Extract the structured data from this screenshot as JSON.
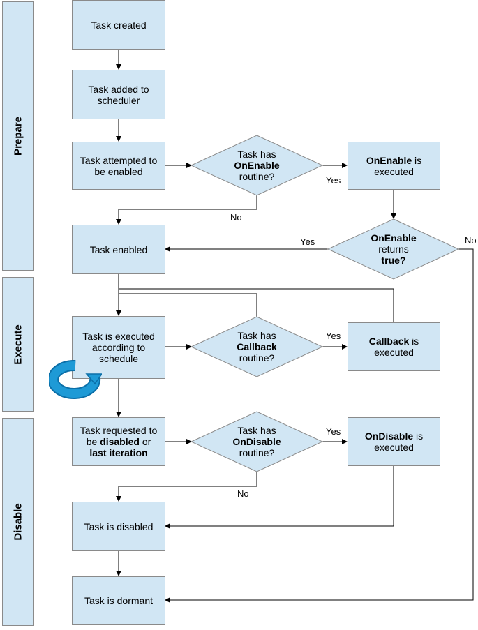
{
  "phases": {
    "prepare": "Prepare",
    "execute": "Execute",
    "disable": "Disable"
  },
  "boxes": {
    "task_created": "Task created",
    "task_added": "Task added to scheduler",
    "task_attempted": "Task attempted to be enabled",
    "onenable_executed": {
      "bold": "OnEnable",
      "rest": " is executed"
    },
    "task_enabled": "Task enabled",
    "task_executed": "Task is executed according to schedule",
    "callback_executed": {
      "bold": "Callback",
      "rest": " is executed"
    },
    "task_requested": {
      "part1": "Task requested to be ",
      "bold1": "disabled",
      "part2": " or ",
      "bold2": "last iteration"
    },
    "ondisable_executed": {
      "bold": "OnDisable",
      "rest": " is executed"
    },
    "task_disabled": "Task is disabled",
    "task_dormant": "Task is dormant"
  },
  "decisions": {
    "has_onenable": {
      "line1": "Task has",
      "bold": "OnEnable",
      "line3": "routine?"
    },
    "onenable_returns": {
      "bold1": "OnEnable",
      "line2": "returns",
      "bold2": "true?"
    },
    "has_callback": {
      "line1": "Task has",
      "bold": "Callback",
      "line3": "routine?"
    },
    "has_ondisable": {
      "line1": "Task has",
      "bold": "OnDisable",
      "line3": "routine?"
    }
  },
  "edge_labels": {
    "yes": "Yes",
    "no": "No"
  },
  "colors": {
    "fill": "#d1e6f4",
    "border": "#8a8a8a",
    "cycle_icon": "#1e9ad6"
  },
  "icons": {
    "repeat": "cycle-arrow-icon"
  }
}
